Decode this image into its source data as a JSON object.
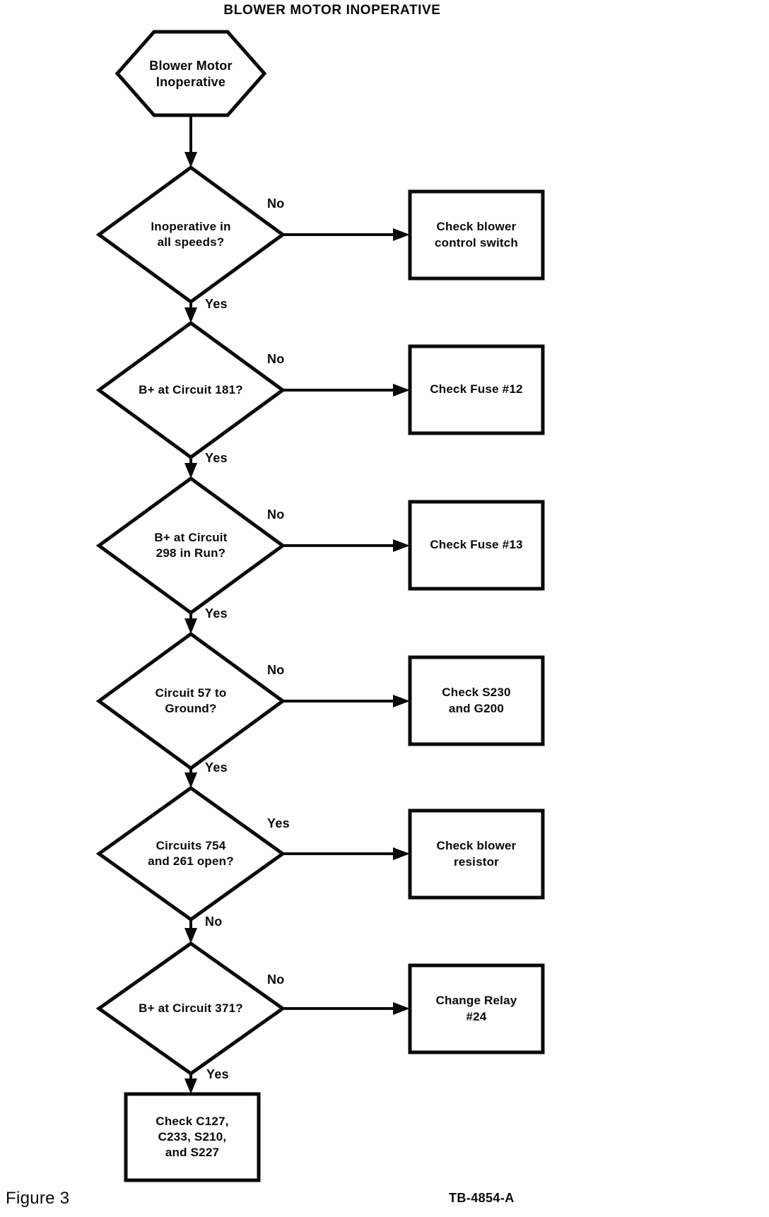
{
  "title": "BLOWER MOTOR INOPERATIVE",
  "figure_label": "Figure 3",
  "doc_code": "TB-4854-A",
  "start": {
    "label": "Blower Motor\nInoperative"
  },
  "steps": [
    {
      "question": "Inoperative in\nall speeds?",
      "right_label": "No",
      "down_label": "Yes",
      "action": "Check blower\ncontrol switch"
    },
    {
      "question": "B+ at Circuit 181?",
      "right_label": "No",
      "down_label": "Yes",
      "action": "Check Fuse #12"
    },
    {
      "question": "B+ at Circuit\n298 in Run?",
      "right_label": "No",
      "down_label": "Yes",
      "action": "Check Fuse #13"
    },
    {
      "question": "Circuit 57 to\nGround?",
      "right_label": "No",
      "down_label": "Yes",
      "action": "Check S230\nand G200"
    },
    {
      "question": "Circuits 754\nand 261 open?",
      "right_label": "Yes",
      "down_label": "No",
      "action": "Check blower\nresistor"
    },
    {
      "question": "B+ at Circuit 371?",
      "right_label": "No",
      "down_label": "Yes",
      "action": "Change Relay\n#24"
    }
  ],
  "end": {
    "label": "Check C127,\nC233, S210,\nand S227"
  },
  "colors": {
    "ink": "#0a0a0a",
    "paper": "#fefefe"
  }
}
